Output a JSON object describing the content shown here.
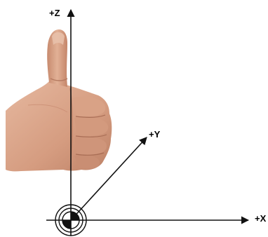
{
  "axes": {
    "z_label": "+Z",
    "y_label": "+Y",
    "x_label": "+X"
  },
  "colors": {
    "axis": "#111111",
    "skin": "#d79f82",
    "skin_shadow": "#b97b62",
    "skin_highlight": "#e8bca4",
    "background": "#ffffff"
  },
  "icons": {
    "hand": "thumbs-up-hand",
    "origin": "origin-target-symbol"
  }
}
